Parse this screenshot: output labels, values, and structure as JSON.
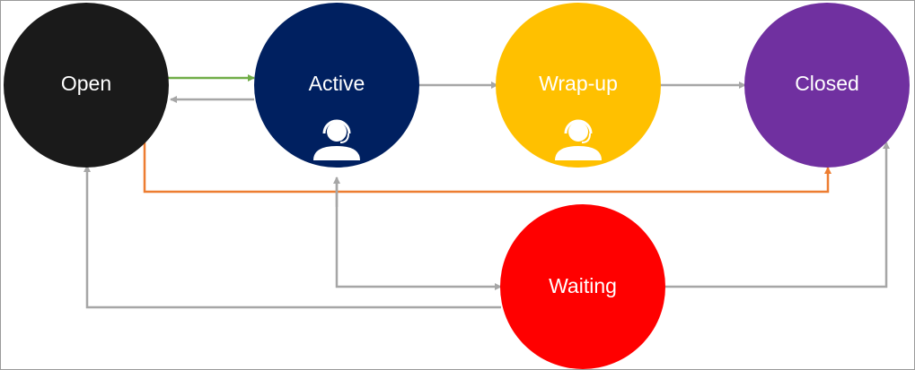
{
  "nodes": {
    "open": {
      "label": "Open",
      "color": "#1a1a1a"
    },
    "active": {
      "label": "Active",
      "color": "#002060"
    },
    "wrapup": {
      "label": "Wrap-up",
      "color": "#ffc000"
    },
    "closed": {
      "label": "Closed",
      "color": "#7030a0"
    },
    "waiting": {
      "label": "Waiting",
      "color": "#ff0000"
    }
  },
  "icons": {
    "active": "agent-headset-icon",
    "wrapup": "agent-headset-icon"
  },
  "edge_colors": {
    "default": "#a6a6a6",
    "open_to_active": "#70ad47",
    "open_to_closed": "#ed7d31"
  }
}
